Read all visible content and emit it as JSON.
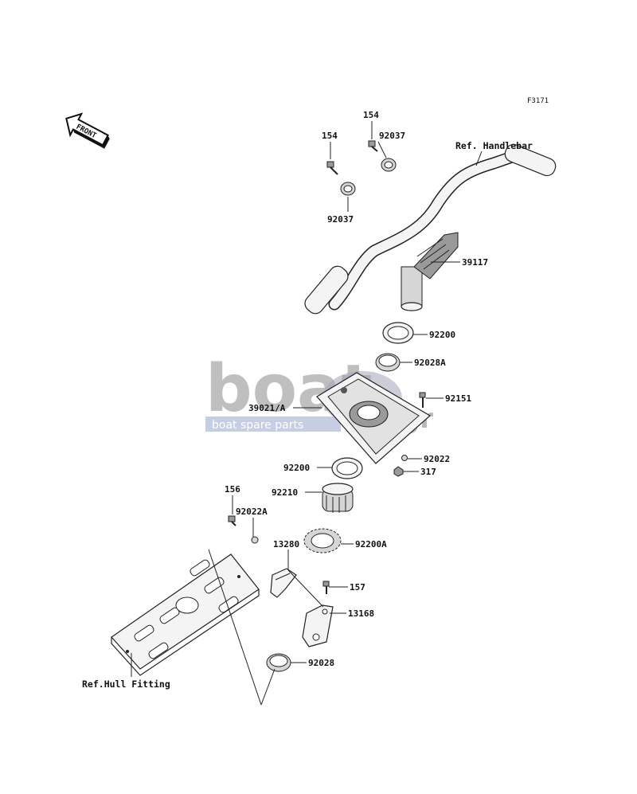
{
  "figure_code": "F3171",
  "front_badge": "FRONT",
  "refs": {
    "handlebar": "Ref. Handlebar",
    "hull_fitting": "Ref.Hull Fitting"
  },
  "parts": [
    {
      "id": "154a",
      "number": "154"
    },
    {
      "id": "154b",
      "number": "154"
    },
    {
      "id": "92037a",
      "number": "92037"
    },
    {
      "id": "92037b",
      "number": "92037"
    },
    {
      "id": "39117",
      "number": "39117"
    },
    {
      "id": "92200a",
      "number": "92200"
    },
    {
      "id": "92028A",
      "number": "92028A"
    },
    {
      "id": "92151",
      "number": "92151"
    },
    {
      "id": "39021A",
      "number": "39021/A"
    },
    {
      "id": "92022",
      "number": "92022"
    },
    {
      "id": "317",
      "number": "317"
    },
    {
      "id": "92200b",
      "number": "92200"
    },
    {
      "id": "92210",
      "number": "92210"
    },
    {
      "id": "156",
      "number": "156"
    },
    {
      "id": "92022A",
      "number": "92022A"
    },
    {
      "id": "13280",
      "number": "13280"
    },
    {
      "id": "92200A",
      "number": "92200A"
    },
    {
      "id": "157",
      "number": "157"
    },
    {
      "id": "13168",
      "number": "13168"
    },
    {
      "id": "92028",
      "number": "92028"
    }
  ],
  "watermark": {
    "brand": "boat",
    "tld": ".gr",
    "tagline": "boat spare parts"
  },
  "colors": {
    "background": "#ffffff",
    "line": "#222222",
    "watermark_gray": "#b4b4b4",
    "watermark_strip": "#b8c2dc"
  }
}
